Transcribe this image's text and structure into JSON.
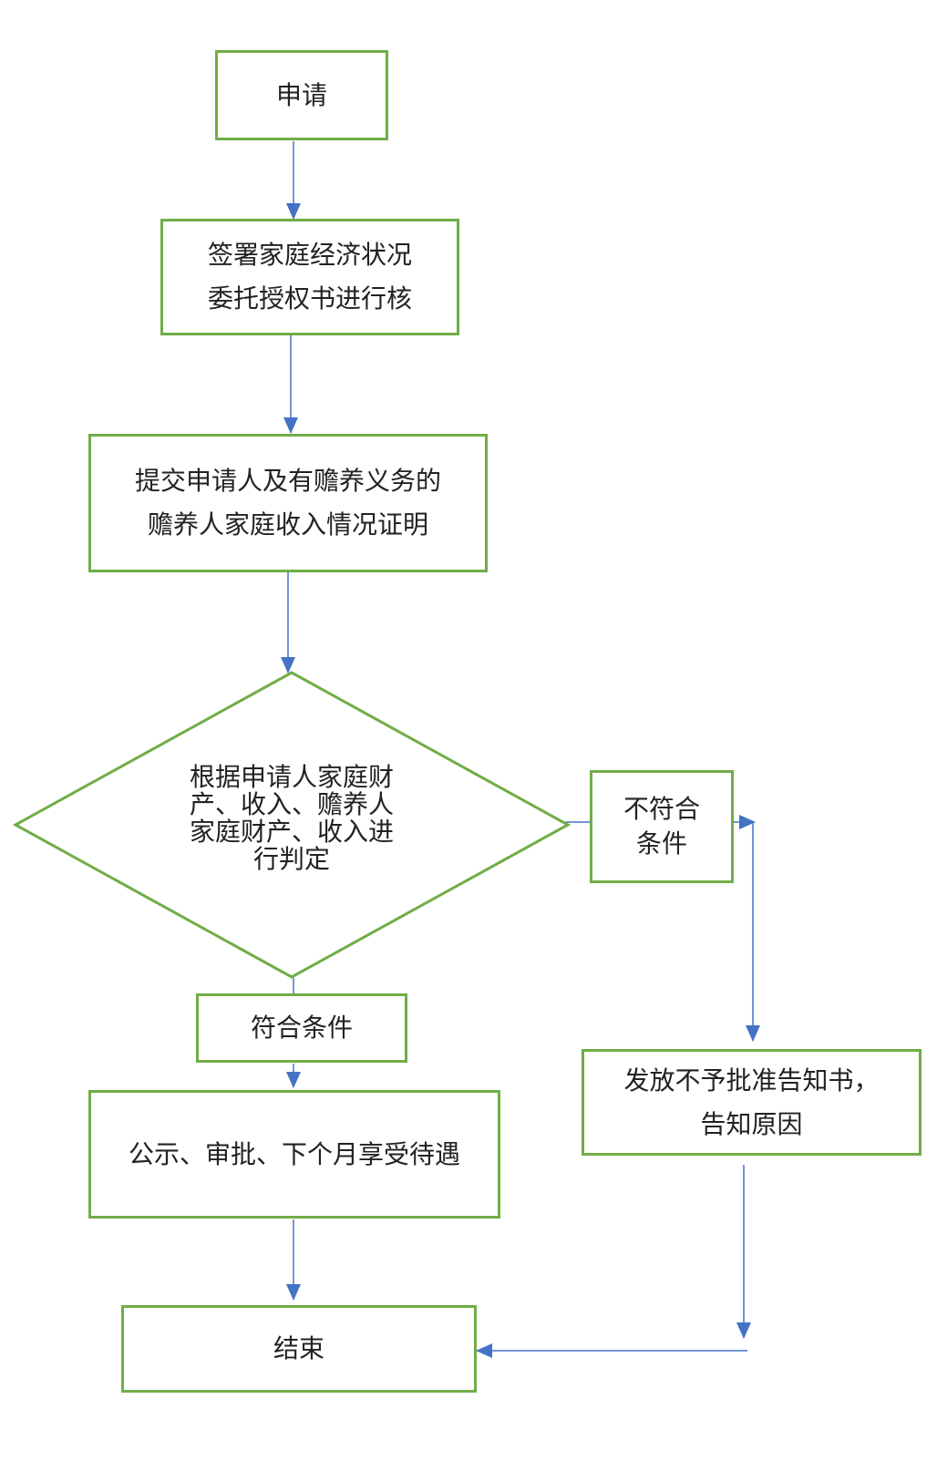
{
  "nodes": {
    "apply": "申请",
    "sign": [
      "签署家庭经济状况",
      "委托授权书进行核"
    ],
    "submit": [
      "提交申请人及有赡养义务的",
      "赡养人家庭收入情况证明"
    ],
    "decision": [
      "根据申请人家庭财",
      "产、收入、赡养人",
      "家庭财产、收入进",
      "行判定"
    ],
    "not_qualified": [
      "不符合",
      "条件"
    ],
    "qualified": "符合条件",
    "publicize": "公示、审批、下个月享受待遇",
    "notice": [
      "发放不予批准告知书，",
      "告知原因"
    ],
    "end": "结束"
  },
  "colors": {
    "box_border": "#70ad47",
    "connector": "#4472c4"
  }
}
